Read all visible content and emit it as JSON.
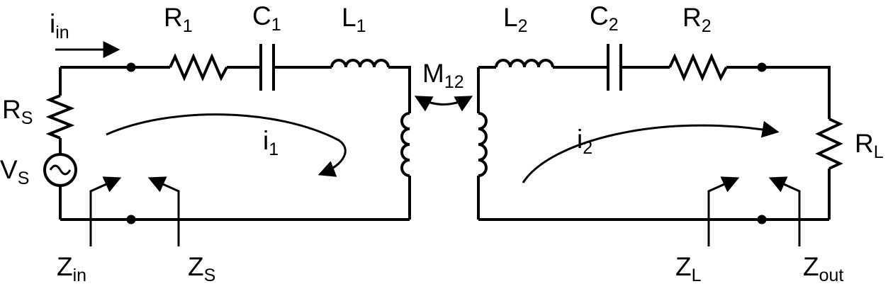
{
  "figure": {
    "description": "Two-loop magnetically coupled resonant circuit schematic",
    "colors": {
      "ink": "#000000",
      "background": "#ffffff"
    }
  },
  "labels": {
    "i_in": {
      "main": "i",
      "sub": "in"
    },
    "r1": {
      "main": "R",
      "sub": "1"
    },
    "c1": {
      "main": "C",
      "sub": "1"
    },
    "l1": {
      "main": "L",
      "sub": "1"
    },
    "m12": {
      "main": "M",
      "sub": "12"
    },
    "l2": {
      "main": "L",
      "sub": "2"
    },
    "c2": {
      "main": "C",
      "sub": "2"
    },
    "r2": {
      "main": "R",
      "sub": "2"
    },
    "rs": {
      "main": "R",
      "sub": "S"
    },
    "vs": {
      "main": "V",
      "sub": "S"
    },
    "rl": {
      "main": "R",
      "sub": "L"
    },
    "i1": {
      "main": "i",
      "sub": "1"
    },
    "i2": {
      "main": "i",
      "sub": "2"
    },
    "z_in": {
      "main": "Z",
      "sub": "in"
    },
    "z_s": {
      "main": "Z",
      "sub": "S"
    },
    "z_l": {
      "main": "Z",
      "sub": "L"
    },
    "z_out": {
      "main": "Z",
      "sub": "out"
    }
  }
}
